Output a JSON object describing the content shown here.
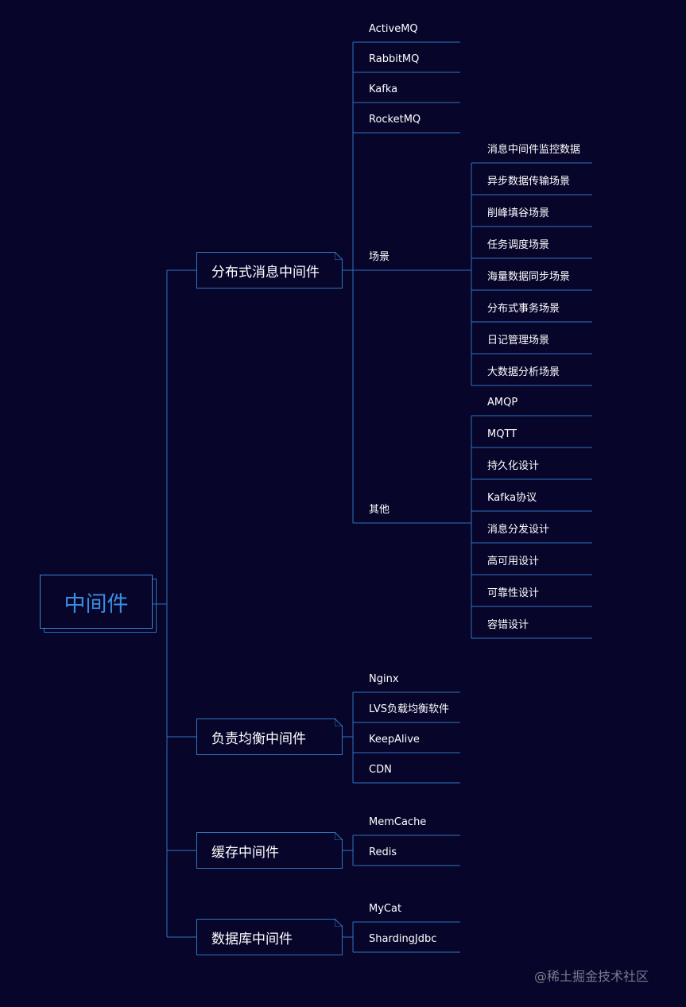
{
  "root": {
    "label": "中间件"
  },
  "branches": [
    {
      "label": "分布式消息中间件",
      "leaves": [
        "ActiveMQ",
        "RabbitMQ",
        "Kafka",
        "RocketMQ"
      ],
      "subs": [
        {
          "label": "场景",
          "leaves": [
            "消息中间件监控数据",
            "异步数据传输场景",
            "削峰填谷场景",
            "任务调度场景",
            "海量数据同步场景",
            "分布式事务场景",
            "日记管理场景",
            "大数据分析场景"
          ]
        },
        {
          "label": "其他",
          "leaves": [
            "AMQP",
            "MQTT",
            "持久化设计",
            "Kafka协议",
            "消息分发设计",
            "高可用设计",
            "可靠性设计",
            "容错设计"
          ]
        }
      ]
    },
    {
      "label": "负责均衡中间件",
      "leaves": [
        "Nginx",
        "LVS负载均衡软件",
        "KeepAlive",
        "CDN"
      ],
      "subs": []
    },
    {
      "label": "缓存中间件",
      "leaves": [
        "MemCache",
        "Redis"
      ],
      "subs": []
    },
    {
      "label": "数据库中间件",
      "leaves": [
        "MyCat",
        "ShardingJdbc"
      ],
      "subs": []
    }
  ],
  "watermark": "@稀土掘金技术社区",
  "colors": {
    "background": "#07052a",
    "line": "#2f74bd",
    "root_text": "#3a8ee0",
    "text": "#ffffff"
  }
}
